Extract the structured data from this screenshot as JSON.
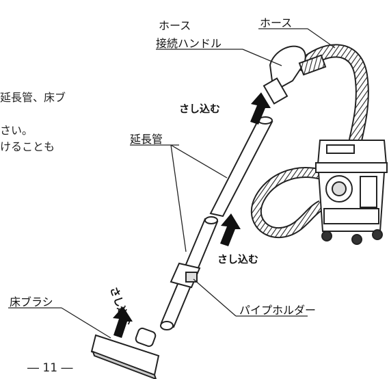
{
  "body_text": {
    "line1": "延長管、床ブ",
    "line2": "さい。",
    "line3": "けることも"
  },
  "labels": {
    "hose_handle_line1": "ホース",
    "hose_handle_line2": "接続ハンドル",
    "hose": "ホース",
    "extension_pipe": "延長管",
    "floor_brush": "床ブラシ",
    "pipe_holder": "パイプホルダー"
  },
  "actions": {
    "insert_top": "さし込む",
    "insert_middle": "さし込む",
    "insert_bottom": "さし込む"
  },
  "page_number": "― 11 ―"
}
